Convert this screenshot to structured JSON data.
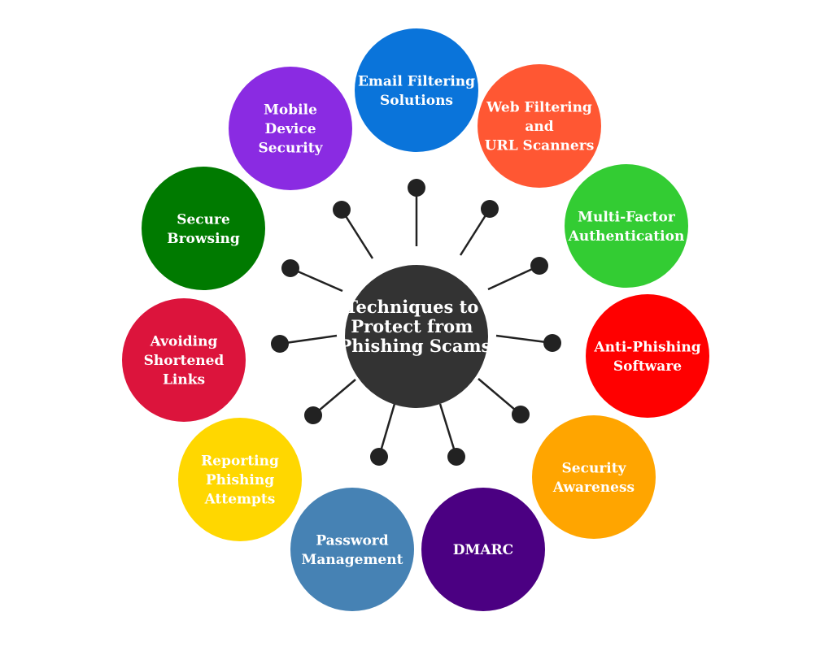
{
  "center": {
    "label_lines": [
      "Techniques to",
      "Protect from",
      "Phishing Scams"
    ],
    "color": "#333333"
  },
  "spoke_color": "#222222",
  "nodes": [
    {
      "id": "email-filtering-solutions",
      "lines": [
        "Email Filtering",
        "Solutions"
      ],
      "color": "#0A74DA"
    },
    {
      "id": "web-filtering-and-url-scanners",
      "lines": [
        "Web Filtering",
        "and",
        "URL Scanners"
      ],
      "color": "#FF5733"
    },
    {
      "id": "multi-factor-authentication",
      "lines": [
        "Multi-Factor",
        "Authentication"
      ],
      "color": "#33CC33"
    },
    {
      "id": "anti-phishing-software",
      "lines": [
        "Anti-Phishing",
        "Software"
      ],
      "color": "#FF0000"
    },
    {
      "id": "security-awareness",
      "lines": [
        "Security",
        "Awareness"
      ],
      "color": "#FFA500"
    },
    {
      "id": "dmarc",
      "lines": [
        "DMARC"
      ],
      "color": "#4B0082"
    },
    {
      "id": "password-management",
      "lines": [
        "Password",
        "Management"
      ],
      "color": "#4682B4"
    },
    {
      "id": "reporting-phishing-attempts",
      "lines": [
        "Reporting",
        "Phishing",
        "Attempts"
      ],
      "color": "#FFD700"
    },
    {
      "id": "avoiding-shortened-links",
      "lines": [
        "Avoiding",
        "Shortened",
        "Links"
      ],
      "color": "#DC143C"
    },
    {
      "id": "secure-browsing",
      "lines": [
        "Secure",
        "Browsing"
      ],
      "color": "#007A00"
    },
    {
      "id": "mobile-device-security",
      "lines": [
        "Mobile",
        "Device",
        "Security"
      ],
      "color": "#8A2BE2"
    }
  ]
}
